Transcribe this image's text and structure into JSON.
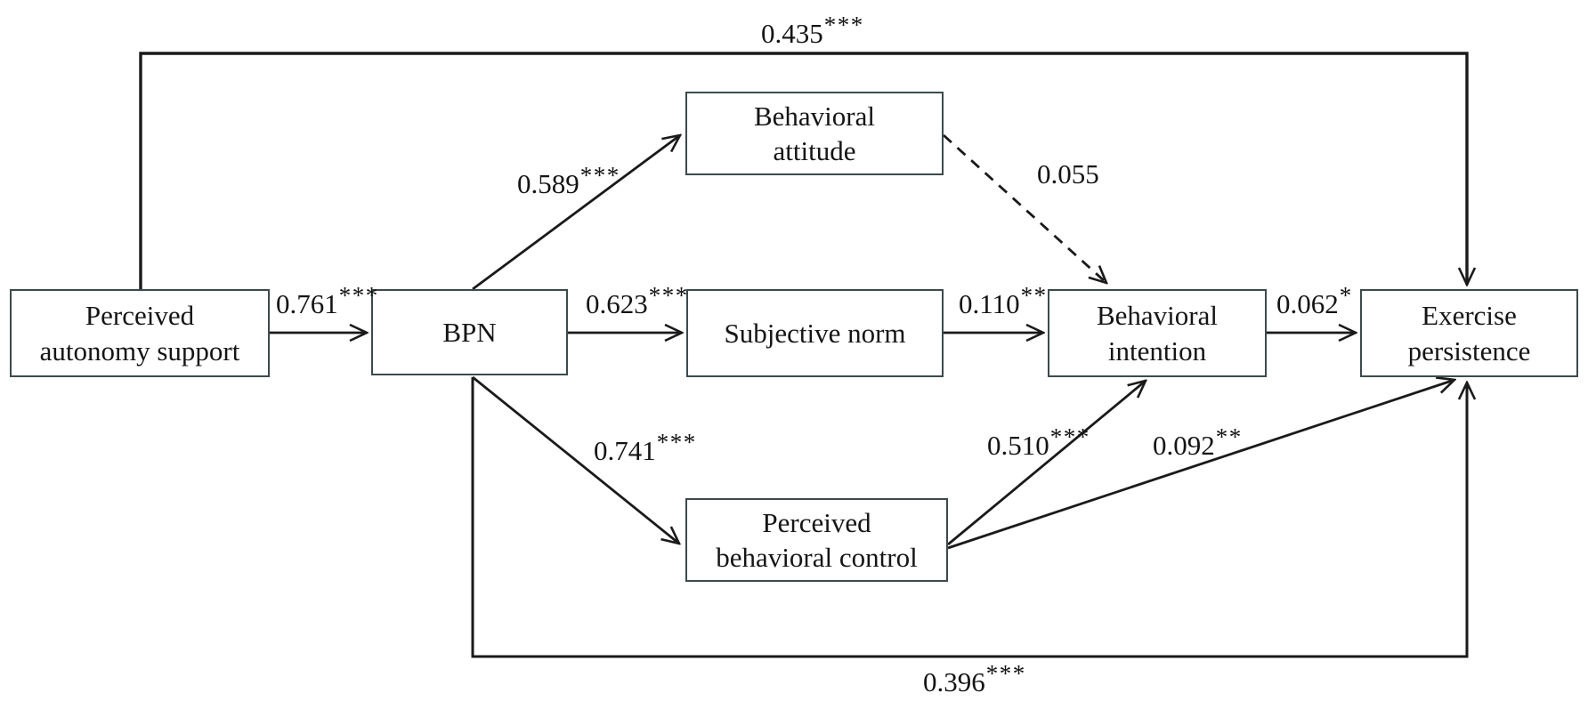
{
  "figure": {
    "type": "path-diagram",
    "description": "Structural model of perceived autonomy support, basic psychological needs, theory of planned behavior constructs, and exercise persistence with standardized path coefficients"
  },
  "colors": {
    "background": "#ffffff",
    "box_border": "#3c4a4a",
    "line": "#1a1a1a",
    "text": "#141414"
  },
  "nodes": {
    "pas": {
      "line1": "Perceived",
      "line2": "autonomy support",
      "label": "Perceived autonomy support"
    },
    "bpn": {
      "line1": "BPN",
      "line2": "",
      "label": "BPN"
    },
    "ba": {
      "line1": "Behavioral",
      "line2": "attitude",
      "label": "Behavioral attitude"
    },
    "sn": {
      "line1": "Subjective norm",
      "line2": "",
      "label": "Subjective norm"
    },
    "pbc": {
      "line1": "Perceived",
      "line2": "behavioral control",
      "label": "Perceived behavioral control"
    },
    "bi": {
      "line1": "Behavioral",
      "line2": "intention",
      "label": "Behavioral intention"
    },
    "ep": {
      "line1": "Exercise",
      "line2": "persistence",
      "label": "Exercise persistence"
    }
  },
  "edges": {
    "pas_ep": {
      "from": "Perceived autonomy support",
      "to": "Exercise persistence",
      "value": "0.435",
      "sig": "***",
      "style": "solid"
    },
    "pas_bpn": {
      "from": "Perceived autonomy support",
      "to": "BPN",
      "value": "0.761",
      "sig": "***",
      "style": "solid"
    },
    "bpn_ba": {
      "from": "BPN",
      "to": "Behavioral attitude",
      "value": "0.589",
      "sig": "***",
      "style": "solid"
    },
    "bpn_sn": {
      "from": "BPN",
      "to": "Subjective norm",
      "value": "0.623",
      "sig": "***",
      "style": "solid"
    },
    "bpn_pbc": {
      "from": "BPN",
      "to": "Perceived behavioral control",
      "value": "0.741",
      "sig": "***",
      "style": "solid"
    },
    "bpn_ep": {
      "from": "BPN",
      "to": "Exercise persistence",
      "value": "0.396",
      "sig": "***",
      "style": "solid"
    },
    "ba_bi": {
      "from": "Behavioral attitude",
      "to": "Behavioral intention",
      "value": "0.055",
      "sig": "",
      "style": "dashed"
    },
    "sn_bi": {
      "from": "Subjective norm",
      "to": "Behavioral intention",
      "value": "0.110",
      "sig": "**",
      "style": "solid"
    },
    "pbc_bi": {
      "from": "Perceived behavioral control",
      "to": "Behavioral intention",
      "value": "0.510",
      "sig": "***",
      "style": "solid"
    },
    "pbc_ep": {
      "from": "Perceived behavioral control",
      "to": "Exercise persistence",
      "value": "0.092",
      "sig": "**",
      "style": "solid"
    },
    "bi_ep": {
      "from": "Behavioral intention",
      "to": "Exercise persistence",
      "value": "0.062",
      "sig": "*",
      "style": "solid"
    }
  }
}
